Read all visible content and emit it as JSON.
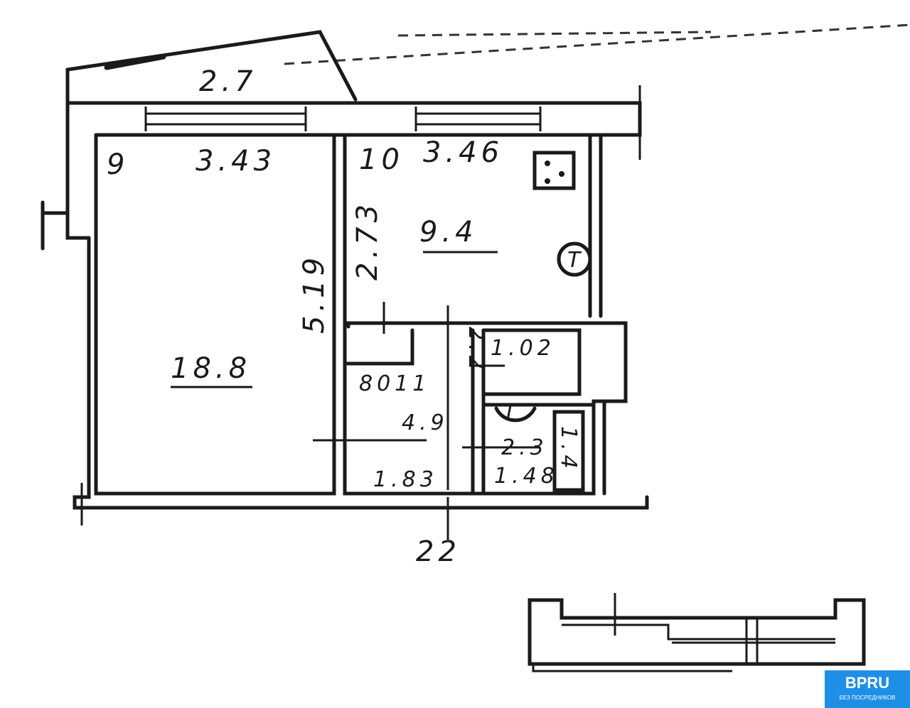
{
  "plan": {
    "balcony_depth": "2.7",
    "room_9_number": "9",
    "room_9_width": "3.43",
    "room_9_length": "5.19",
    "room_9_area": "18.8",
    "room_10_number": "10",
    "room_10_width": "3.46",
    "room_10_length": "2.73",
    "room_10_area": "9.4",
    "stove_symbol": "T",
    "hall_label": "8011",
    "hall_area": "4.9",
    "hall_width": "2.2",
    "hall_length": "1.83",
    "bath_label": "1.02",
    "wc_area": "2.3",
    "wc_dim": "1.48",
    "wc_side": "1.4",
    "toilet_symbol": "I",
    "total_width": "22"
  },
  "logo": {
    "brand": "BPRU",
    "tagline": "БЕЗ ПОСРЕДНИКОВ"
  }
}
